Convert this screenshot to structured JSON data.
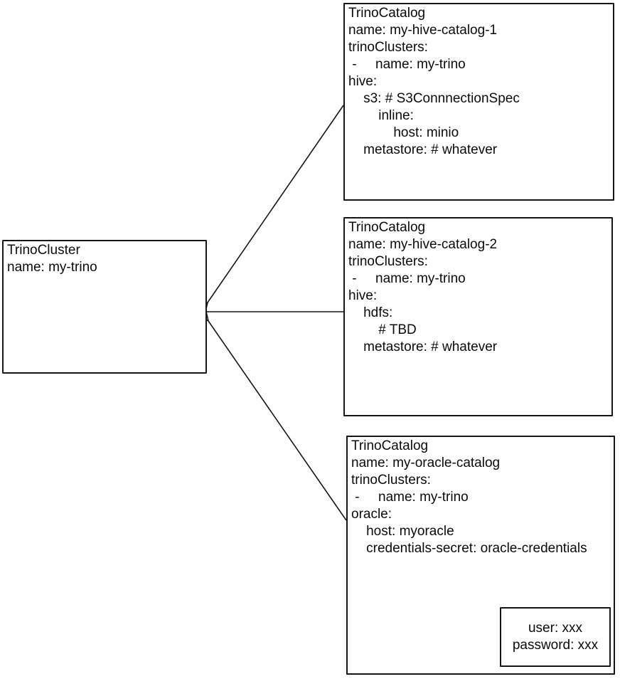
{
  "diagram": {
    "background": "#ffffff",
    "stroke_color": "#161616",
    "text_color": "#0b0b0b",
    "nodes": {
      "cluster": {
        "kind": "TrinoCluster",
        "text": "TrinoCluster\nname: my-trino"
      },
      "catalog1": {
        "kind": "TrinoCatalog",
        "text": "TrinoCatalog\nname: my-hive-catalog-1\ntrinoClusters:\n -     name: my-trino\nhive:\n    s3: # S3ConnnectionSpec\n        inline:\n            host: minio\n    metastore: # whatever"
      },
      "catalog2": {
        "kind": "TrinoCatalog",
        "text": "TrinoCatalog\nname: my-hive-catalog-2\ntrinoClusters:\n -     name: my-trino\nhive:\n    hdfs:\n        # TBD\n    metastore: # whatever"
      },
      "catalog3": {
        "kind": "TrinoCatalog",
        "text": "TrinoCatalog\nname: my-oracle-catalog\ntrinoClusters:\n -     name: my-trino\noracle:\n    host: myoracle\n    credentials-secret: oracle-credentials"
      },
      "secret": {
        "kind": "Secret",
        "text": "user: xxx\npassword: xxx"
      }
    },
    "edges": [
      {
        "from": "catalog1",
        "to": "cluster",
        "arrowhead": "open"
      },
      {
        "from": "catalog2",
        "to": "cluster",
        "arrowhead": "open"
      },
      {
        "from": "catalog3",
        "to": "cluster",
        "arrowhead": "open"
      },
      {
        "from": "credentials-secret",
        "to": "secret",
        "arrowhead": "open"
      }
    ]
  }
}
